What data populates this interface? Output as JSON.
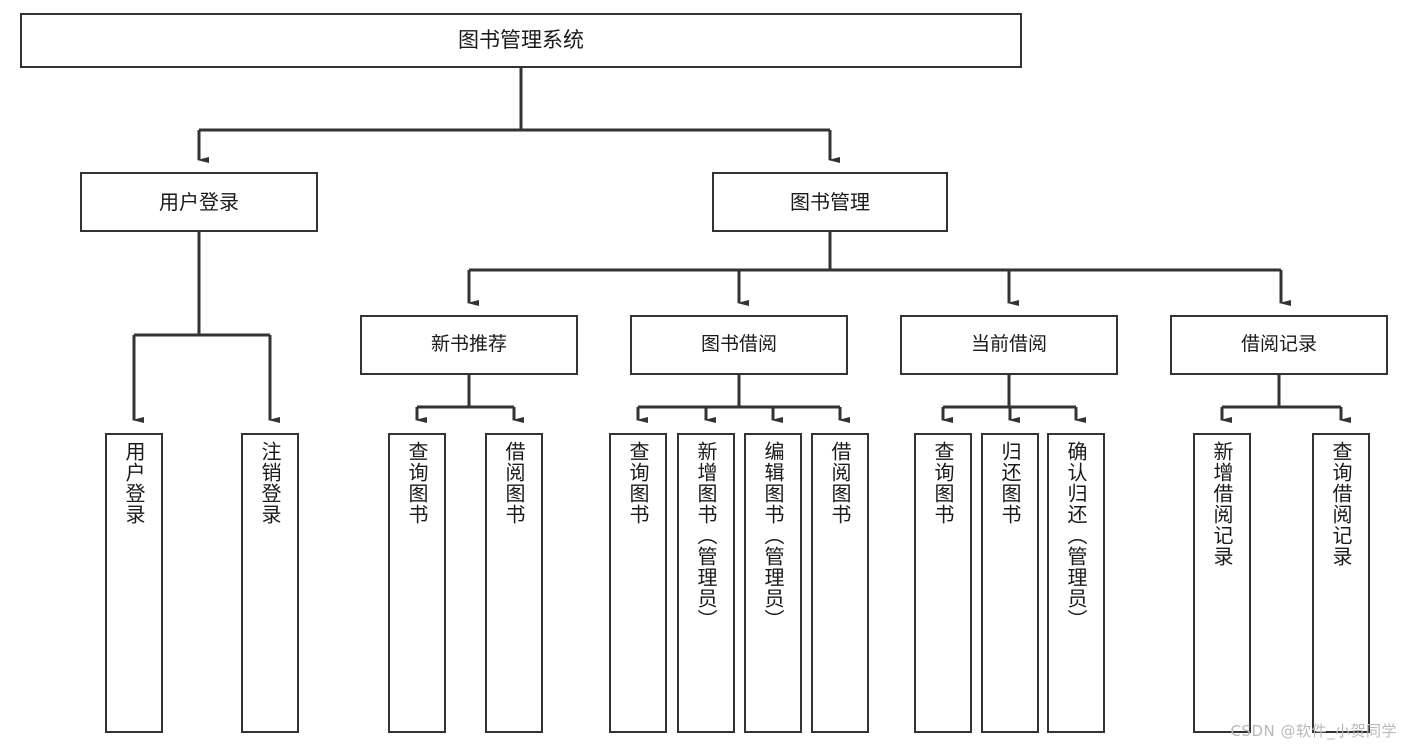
{
  "diagram": {
    "type": "tree",
    "title": "图书管理系统",
    "watermark": "CSDN @软件_小贺同学",
    "colors": {
      "box_border": "#333333",
      "box_fill": "#ffffff",
      "edge": "#333333",
      "text": "#1a1a1a",
      "watermark": "#b9b9b9",
      "background": "#ffffff"
    },
    "root": {
      "label": "图书管理系统"
    },
    "level1": [
      {
        "label": "用户登录"
      },
      {
        "label": "图书管理"
      }
    ],
    "level2": [
      {
        "label": "新书推荐"
      },
      {
        "label": "图书借阅"
      },
      {
        "label": "当前借阅"
      },
      {
        "label": "借阅记录"
      }
    ],
    "leaves": {
      "user_login": [
        {
          "label": "用户登录"
        },
        {
          "label": "注销登录"
        }
      ],
      "new_book_recommend": [
        {
          "label": "查询图书"
        },
        {
          "label": "借阅图书"
        }
      ],
      "book_borrow": [
        {
          "label": "查询图书"
        },
        {
          "label": "新增图书（管理员）"
        },
        {
          "label": "编辑图书（管理员）"
        },
        {
          "label": "借阅图书"
        }
      ],
      "current_borrow": [
        {
          "label": "查询图书"
        },
        {
          "label": "归还图书"
        },
        {
          "label": "确认归还（管理员）"
        }
      ],
      "borrow_record": [
        {
          "label": "新增借阅记录"
        },
        {
          "label": "查询借阅记录"
        }
      ]
    }
  }
}
